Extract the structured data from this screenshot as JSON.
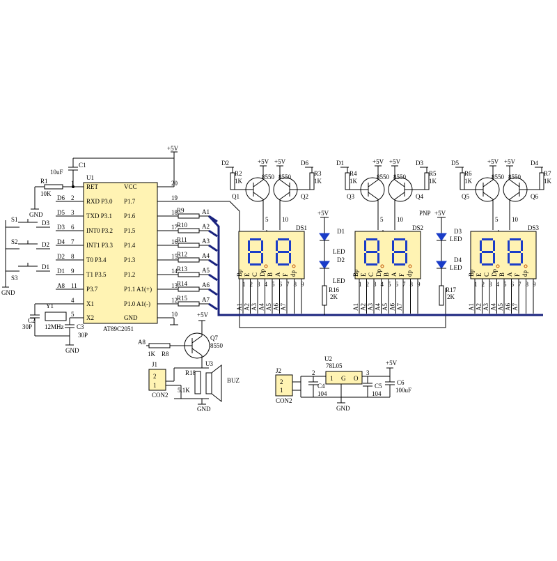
{
  "u1": {
    "ref": "U1",
    "part": "AT89C2051",
    "left_pins": [
      {
        "num": "1",
        "name": "RET",
        "net": ""
      },
      {
        "num": "2",
        "name": "RXD P3.0",
        "net": "D6"
      },
      {
        "num": "3",
        "name": "TXD P3.1",
        "net": "D5"
      },
      {
        "num": "6",
        "name": "INT0 P3.2",
        "net": "D3"
      },
      {
        "num": "7",
        "name": "INT1 P3.3",
        "net": "D4"
      },
      {
        "num": "8",
        "name": "T0 P3.4",
        "net": "D2"
      },
      {
        "num": "9",
        "name": "T1 P3.5",
        "net": "D1"
      },
      {
        "num": "11",
        "name": "P3.7",
        "net": "A8"
      },
      {
        "num": "4",
        "name": "X1",
        "net": ""
      },
      {
        "num": "5",
        "name": "X2",
        "net": ""
      }
    ],
    "right_pins": [
      {
        "num": "20",
        "name": "VCC",
        "res": "",
        "net": ""
      },
      {
        "num": "19",
        "name": "P1.7",
        "res": "",
        "net": ""
      },
      {
        "num": "18",
        "name": "P1.6",
        "res": "R9",
        "net": "A1"
      },
      {
        "num": "17",
        "name": "P1.5",
        "res": "R10",
        "net": "A2"
      },
      {
        "num": "16",
        "name": "P1.4",
        "res": "R11",
        "net": "A3"
      },
      {
        "num": "15",
        "name": "P1.3",
        "res": "R12",
        "net": "A4"
      },
      {
        "num": "14",
        "name": "P1.2",
        "res": "R13",
        "net": "A5"
      },
      {
        "num": "13",
        "name": "P1.1 A1(+)",
        "res": "R14",
        "net": "A6"
      },
      {
        "num": "12",
        "name": "P1.0 A1(-)",
        "res": "R15",
        "net": "A7"
      },
      {
        "num": "10",
        "name": "GND",
        "res": "",
        "net": ""
      }
    ]
  },
  "labels": {
    "vcc": "+5V",
    "gnd": "GND",
    "c1": "C1",
    "c1_val": "10uF",
    "r1": "R1",
    "r1_val": "10K",
    "y1": "Y1",
    "y1_val": "12MHz",
    "c2": "C2",
    "c2_val": "30P",
    "c3": "C3",
    "c3_val": "30P",
    "s1": "S1",
    "s2": "S2",
    "s3": "S3",
    "q7": "Q7",
    "q7_part": "8550",
    "r8": "R8",
    "r8_val": "1K",
    "a8": "A8",
    "j1": "J1",
    "j1_name": "CON2",
    "u3": "U3",
    "buz": "BUZ",
    "r18": "R18",
    "r18_val": "5.1K",
    "j2": "J2",
    "j2_name": "CON2",
    "u2": "U2",
    "u2_part": "78L05",
    "c4": "C4",
    "c4_val": "104",
    "c5": "C5",
    "c5_val": "104",
    "c6": "C6",
    "c6_val": "100uF",
    "reg_pin1": "1",
    "reg_pin2": "G",
    "reg_pin3": "O",
    "pnp": "PNP",
    "led": "LED",
    "r16": "R16",
    "r16_val": "2K",
    "r17": "R17",
    "r17_val": "2K",
    "d1": "D1",
    "d2": "D2",
    "d3": "D3",
    "d4": "D4"
  },
  "transistors": [
    {
      "ref": "Q1",
      "part": "8550",
      "res": "R2",
      "res_val": "1K",
      "drive": "D2",
      "pin": "5"
    },
    {
      "ref": "Q2",
      "part": "8550",
      "res": "R3",
      "res_val": "1K",
      "drive": "D6",
      "pin": "10"
    },
    {
      "ref": "Q3",
      "part": "8550",
      "res": "R4",
      "res_val": "1K",
      "drive": "D1",
      "pin": "5"
    },
    {
      "ref": "Q4",
      "part": "8550",
      "res": "R5",
      "res_val": "1K",
      "drive": "D3",
      "pin": "10"
    },
    {
      "ref": "Q5",
      "part": "8550",
      "res": "R6",
      "res_val": "1K",
      "drive": "D5",
      "pin": "5"
    },
    {
      "ref": "Q6",
      "part": "8550",
      "res": "R7",
      "res_val": "1K",
      "drive": "D4",
      "pin": "10"
    }
  ],
  "displays": [
    {
      "ref": "DS1"
    },
    {
      "ref": "DS2"
    },
    {
      "ref": "DS3"
    }
  ],
  "display_pins": [
    "1",
    "2",
    "3",
    "4",
    "5",
    "6",
    "7",
    "8",
    "9"
  ],
  "display_nets": [
    "A1",
    "A2",
    "A3",
    "A4",
    "A5",
    "A6",
    "A7"
  ],
  "display_seg_labels": [
    "Bp",
    "E",
    "C",
    "Dp",
    "B",
    "A",
    "F",
    "dp"
  ],
  "segment_color": "#1a3cc8",
  "bus_color": "#1a237e",
  "ic_fill": "#fff3b3"
}
